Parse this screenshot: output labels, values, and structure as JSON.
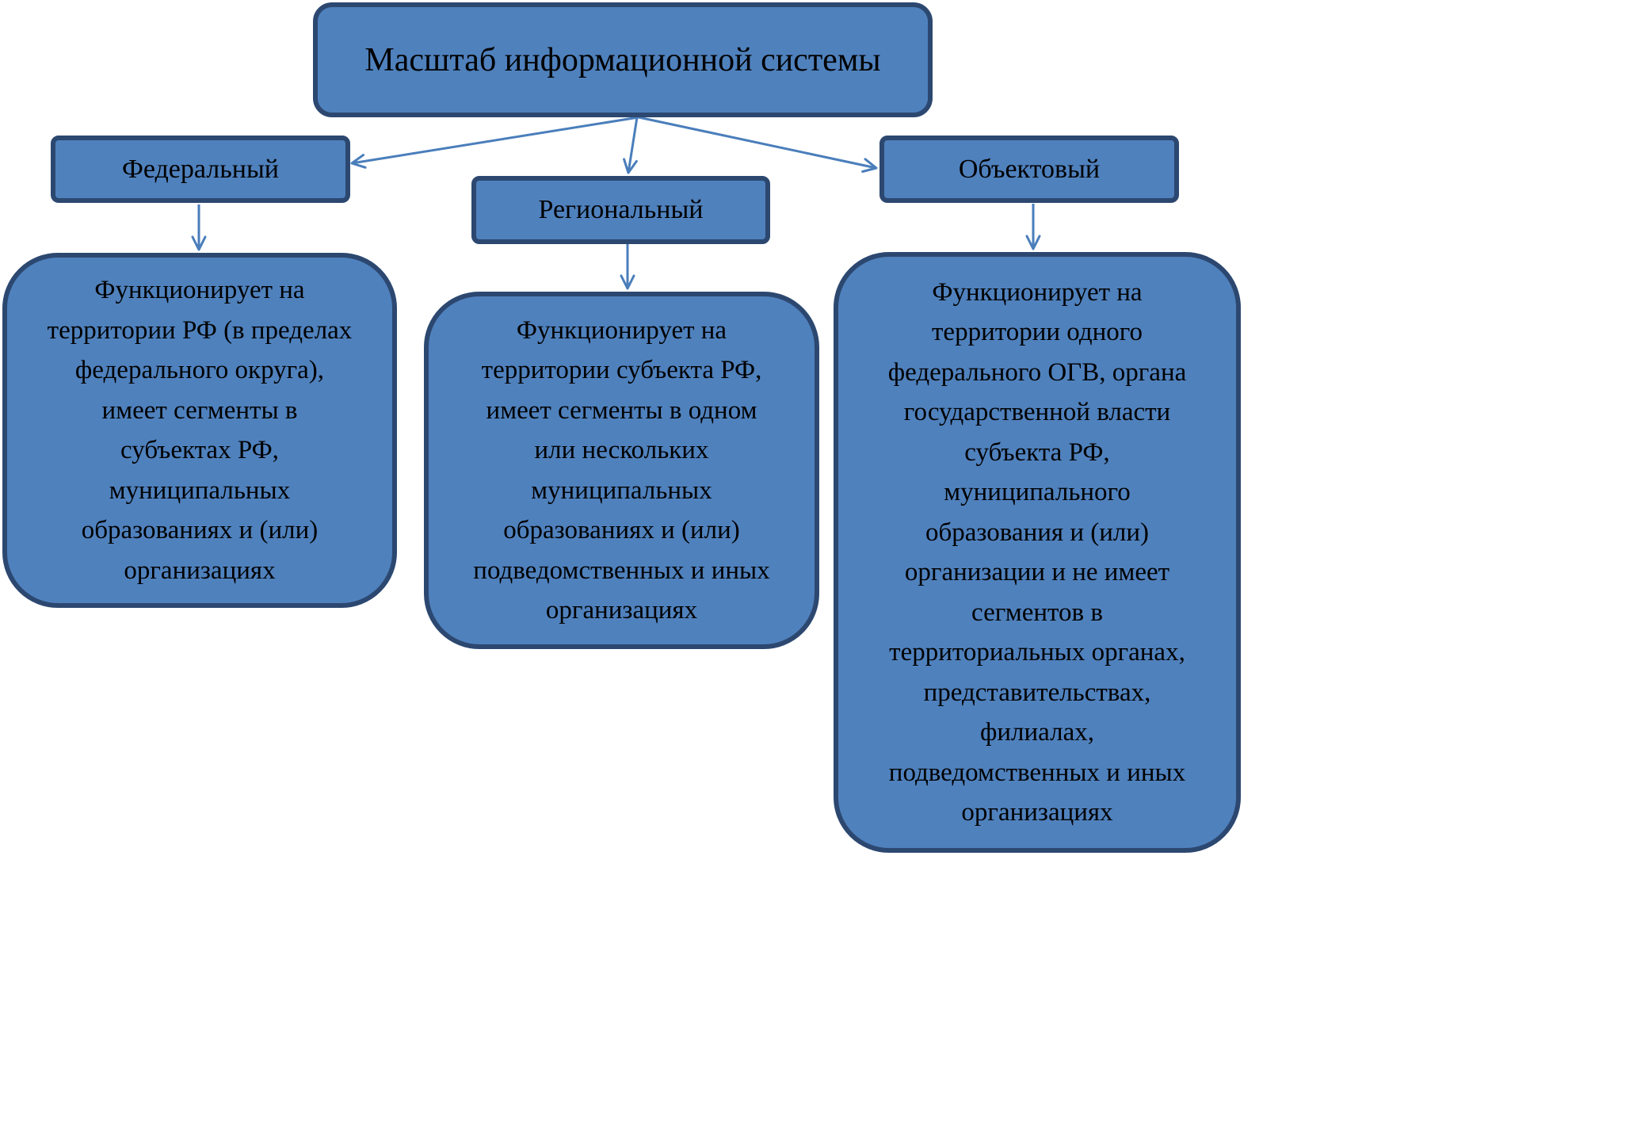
{
  "title": "Масштаб информационной системы",
  "categories": [
    {
      "id": "federal",
      "label": "Федеральный",
      "description": "Функционирует на\nтерритории РФ (в пределах\nфедерального округа),\nимеет сегменты в\nсубъектах РФ,\nмуниципальных\nобразованиях и (или)\nорганизациях"
    },
    {
      "id": "regional",
      "label": "Региональный",
      "description": "Функционирует на\nтерритории субъекта РФ,\nимеет сегменты в одном\nили нескольких\nмуниципальных\nобразованиях и (или)\nподведомственных и иных\nорганизациях"
    },
    {
      "id": "object",
      "label": "Объектовый",
      "description": "Функционирует на\nтерритории одного\nфедерального ОГВ, органа\nгосударственной власти\nсубъекта РФ,\nмуниципального\nобразования и (или)\nорганизации и не имеет\nсегментов в\nтерриториальных органах,\nпредставительствах,\nфилиалах,\nподведомственных и иных\nорганизациях"
    }
  ],
  "colors": {
    "box_fill": "#4f81bd",
    "box_border": "#2c4870",
    "arrow": "#4a7ebb",
    "text": "#000000"
  }
}
